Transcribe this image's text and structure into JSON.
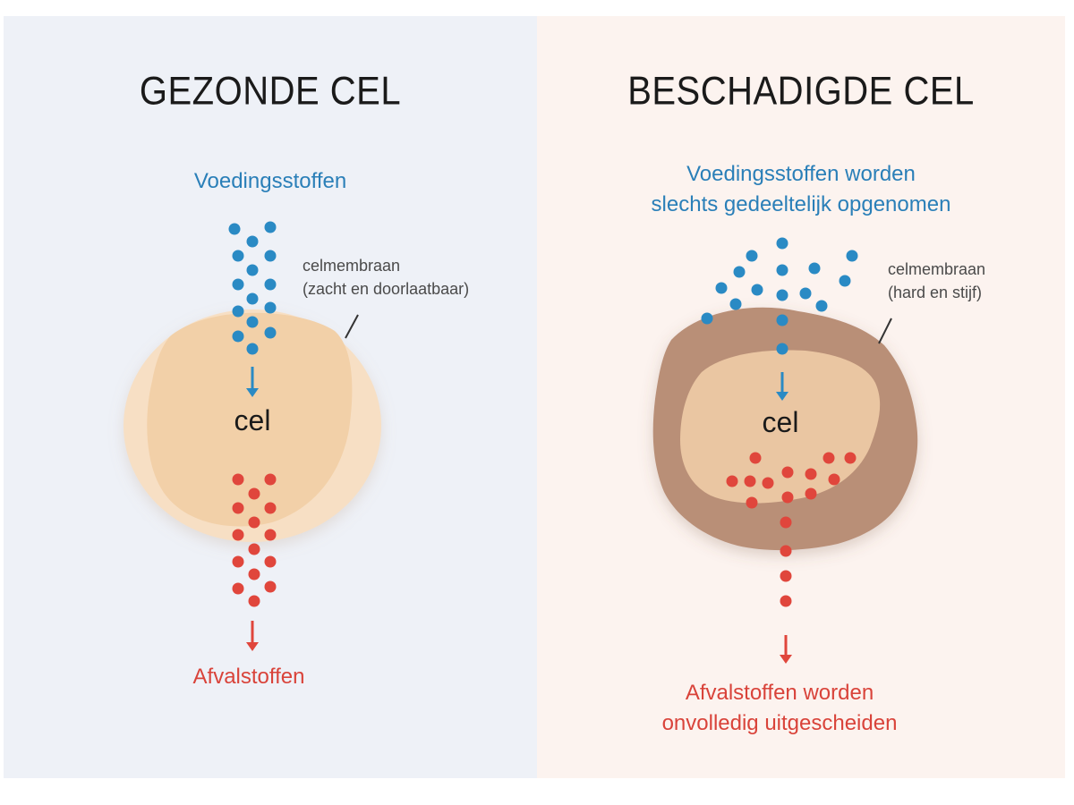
{
  "healthy": {
    "title": "GEZONDE CEL",
    "nutrients_label": "Voedingsstoffen",
    "membrane_label": [
      "celmembraan",
      "(zacht en doorlaatbaar)"
    ],
    "cell_label": "cel",
    "waste_label": "Afvalstoffen"
  },
  "damaged": {
    "title": "BESCHADIGDE CEL",
    "nutrients_label": [
      "Voedingsstoffen worden",
      "slechts gedeeltelijk opgenomen"
    ],
    "membrane_label": [
      "celmembraan",
      "(hard en stijf)"
    ],
    "cell_label": "cel",
    "waste_label": [
      "Afvalstoffen worden",
      "onvolledig uitgescheiden"
    ]
  },
  "colors": {
    "nutrient": "#2a8ac4",
    "waste": "#e0463c",
    "healthy_outer": "#f7dfc4",
    "healthy_inner": "#f2d0a8",
    "damaged_outer": "#b98f77",
    "damaged_inner": "#eac6a2"
  }
}
